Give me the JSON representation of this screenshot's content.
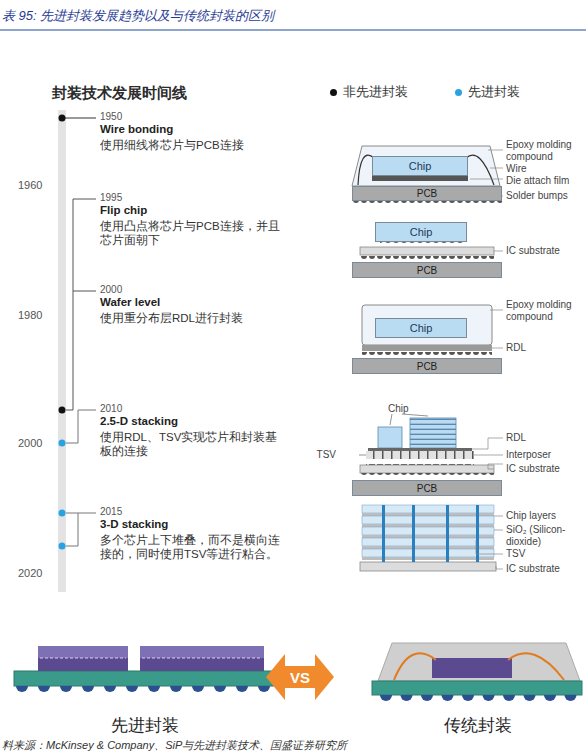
{
  "diagram": {
    "title": "表 95: 先进封装发展趋势以及与传统封装的区别",
    "caption": "料来源：McKinsey & Company、SiP与先进封装技术、国盛证券研究所",
    "nodes": [
      {
        "text": [
          "Chip"
        ]
      },
      {
        "text": [
          "PCB"
        ]
      },
      {
        "text": [
          "Chip"
        ]
      },
      {
        "text": [
          "PCB"
        ]
      },
      {
        "text": [
          "Chip"
        ]
      },
      {
        "text": [
          "PCB"
        ]
      },
      {
        "text": [
          "PCB"
        ]
      },
      {
        "text": [
          "VS"
        ]
      }
    ],
    "labels": [
      "封装技术发展时间线",
      "1960",
      "1980",
      "2000",
      "2020",
      "1950",
      "Wire bonding",
      "使用细线将芯片与PCB连接",
      "1995",
      "Flip chip",
      "使用凸点将芯片与PCB连接，并且芯片面朝下",
      "2000",
      "Wafer level",
      "使用重分布层RDL进行封装",
      "2010",
      "2.5-D stacking",
      "使用RDL、TSV实现芯片和封装基板的连接",
      "2015",
      "3-D stacking",
      "多个芯片上下堆叠，而不是横向连接的，同时使用TSV等进行粘合。",
      "Epoxy molding compound",
      "Wire",
      "Die attach film",
      "Solder bumps",
      "IC substrate",
      "Epoxy molding compound",
      "RDL",
      "Chip",
      "TSV",
      "RDL",
      "Interposer",
      "IC substrate",
      "Chip layers",
      "SiO₂ (Silicon-dioxide)",
      "TSV",
      "IC substrate",
      "先进封装",
      "传统封装"
    ],
    "legend": [
      {
        "text": "非先进封装",
        "color": "#111111"
      },
      {
        "text": "先进封装",
        "color": "#29a3e0"
      }
    ]
  }
}
